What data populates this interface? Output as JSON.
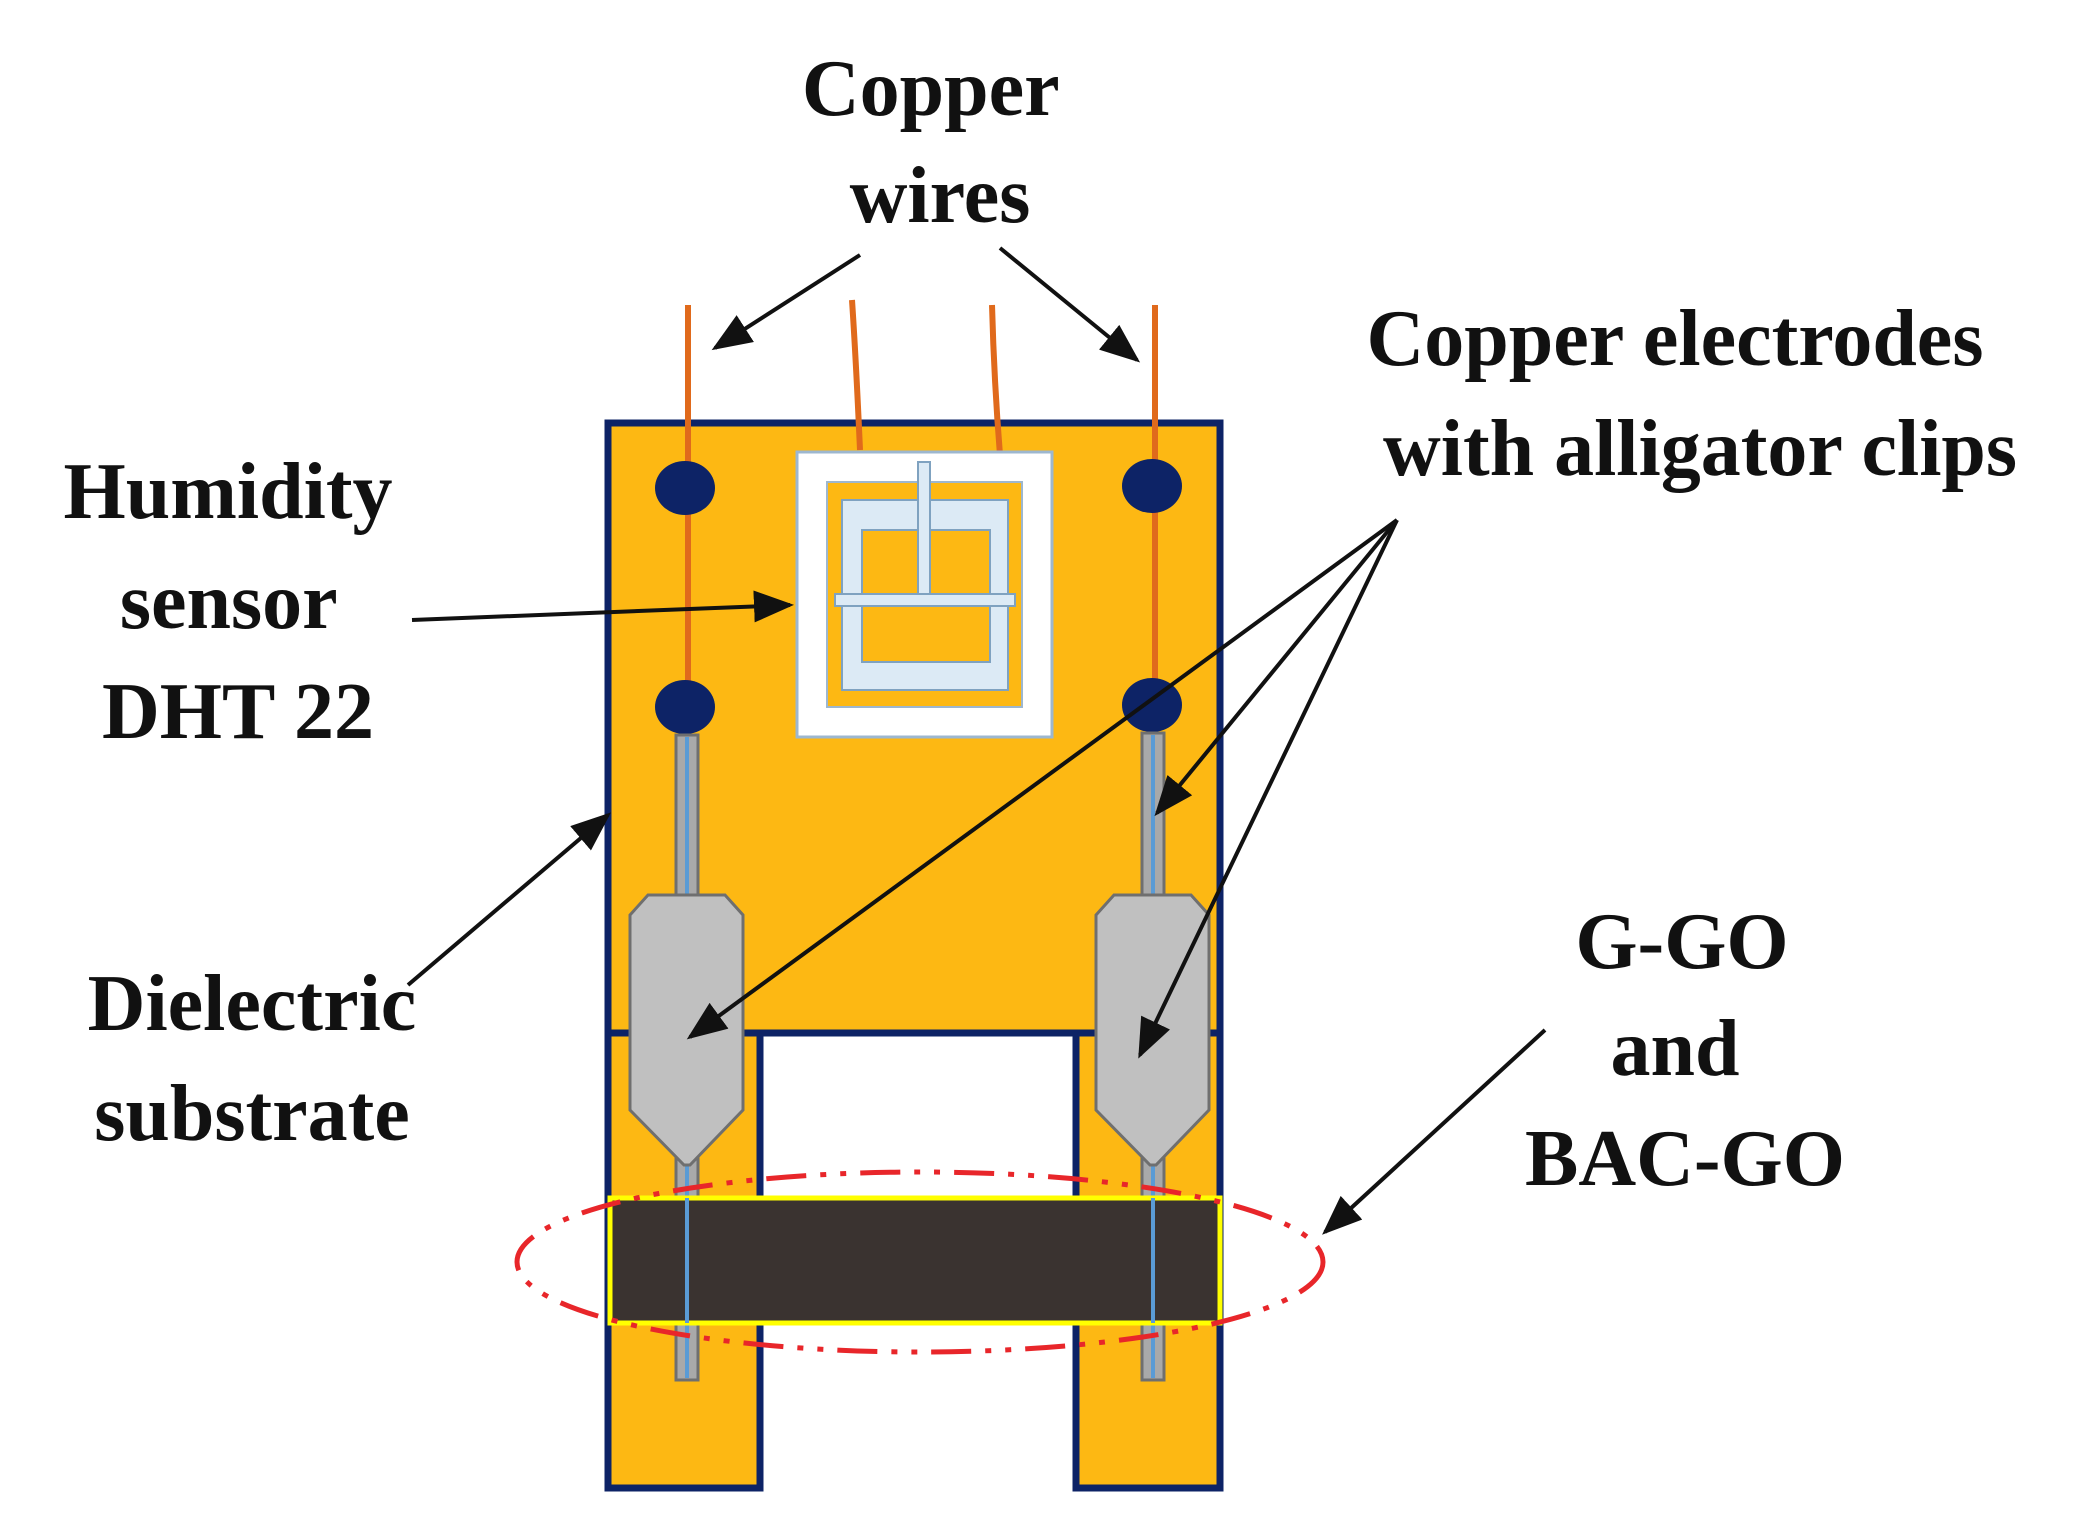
{
  "labels": {
    "copper_wires": [
      "Copper",
      "wires"
    ],
    "copper_electrodes": [
      "Copper electrodes",
      "with alligator clips"
    ],
    "humidity_sensor": [
      "Humidity",
      "sensor",
      "DHT 22"
    ],
    "dielectric_substrate": [
      "Dielectric",
      "substrate"
    ],
    "film": [
      "G-GO",
      "and",
      "BAC-GO"
    ]
  },
  "colors": {
    "substrate": "#FDB813",
    "substrate_border": "#0D2366",
    "wire": "#E06A1C",
    "solder_dot": "#0D2366",
    "electrode": "#A9A9A9",
    "clip": "#C0C0C0",
    "clip_border": "#6F6F6F",
    "film": "#3A3330",
    "film_border": "#FFFF00",
    "highlight_ellipse": "#E8262A",
    "sensor_frame": "#DCEAF5",
    "arrow": "#111111"
  }
}
